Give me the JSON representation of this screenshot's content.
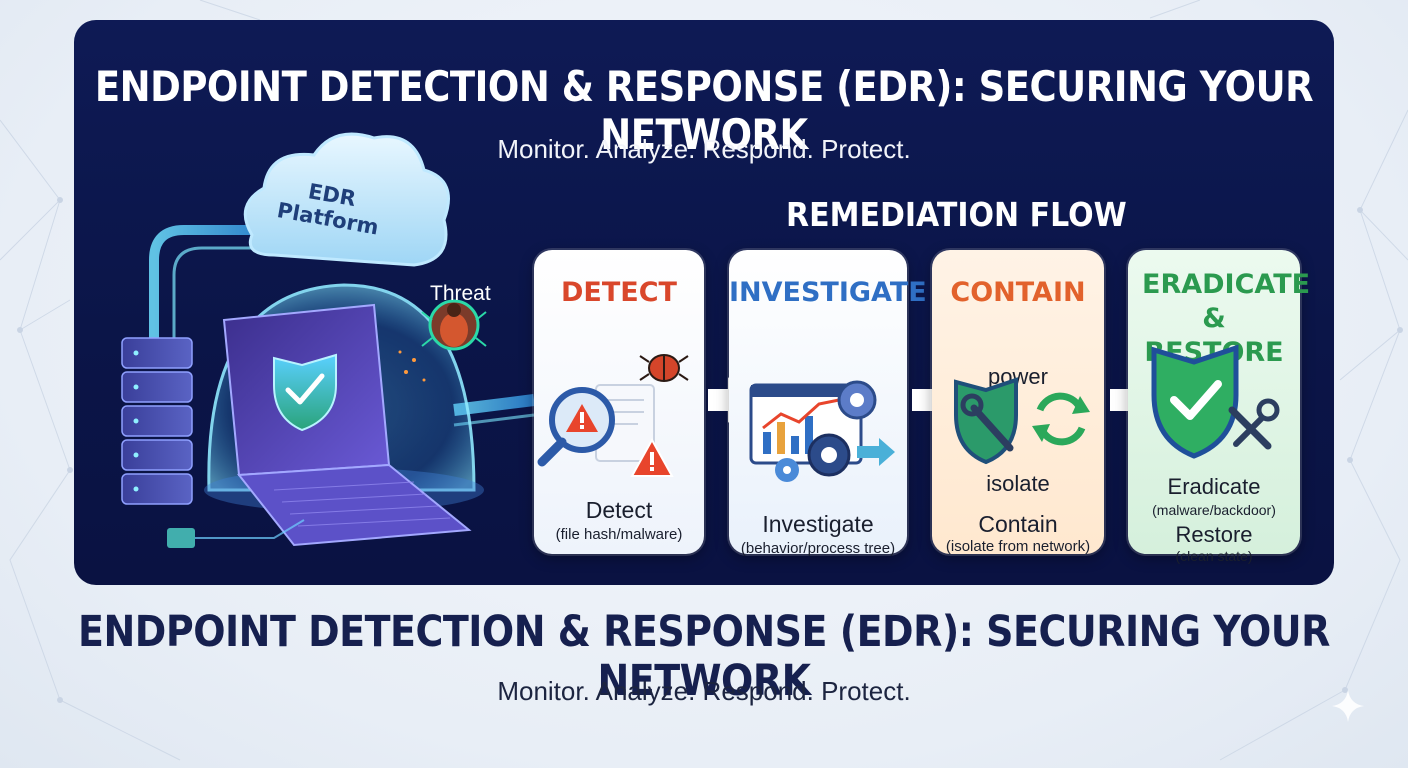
{
  "title": "ENDPOINT DETECTION & RESPONSE (EDR): SECURING YOUR NETWORK",
  "subtitle": "Monitor. Analyze. Respond. Protect.",
  "illustration": {
    "cloud_label": "EDR Platform",
    "threat_label": "Threat"
  },
  "flow": {
    "title": "REMEDIATION FLOW",
    "steps": [
      {
        "heading": "DETECT",
        "label": "Detect",
        "note": "(file hash/malware)",
        "color": "#d9472b"
      },
      {
        "heading": "INVESTIGATE",
        "label": "Investigate",
        "note": "(behavior/process tree)",
        "color": "#2f6fc4"
      },
      {
        "heading": "CONTAIN",
        "icon_top_label": "power",
        "icon_bottom_label": "isolate",
        "label": "Contain",
        "note": "(isolate from network)",
        "color": "#e2622c"
      },
      {
        "heading": "ERADICATE & RESTORE",
        "label": "Eradicate",
        "note": "(malware/backdoor)",
        "label2": "Restore",
        "note2": "(clean state)",
        "color": "#2b9a4f"
      }
    ]
  },
  "footer": {
    "title": "ENDPOINT DETECTION & RESPONSE (EDR): SECURING YOUR NETWORK",
    "subtitle": "Monitor. Analyze. Respond. Protect."
  },
  "icons": [
    "network-background-icon",
    "cloud-icon",
    "server-icon",
    "laptop-icon",
    "shield-check-icon",
    "bug-icon",
    "magnifier-warning-icon",
    "chart-gears-icon",
    "shield-wrench-icon",
    "refresh-icon",
    "shield-tools-icon",
    "arrow-right-icon",
    "sparkle-icon"
  ]
}
